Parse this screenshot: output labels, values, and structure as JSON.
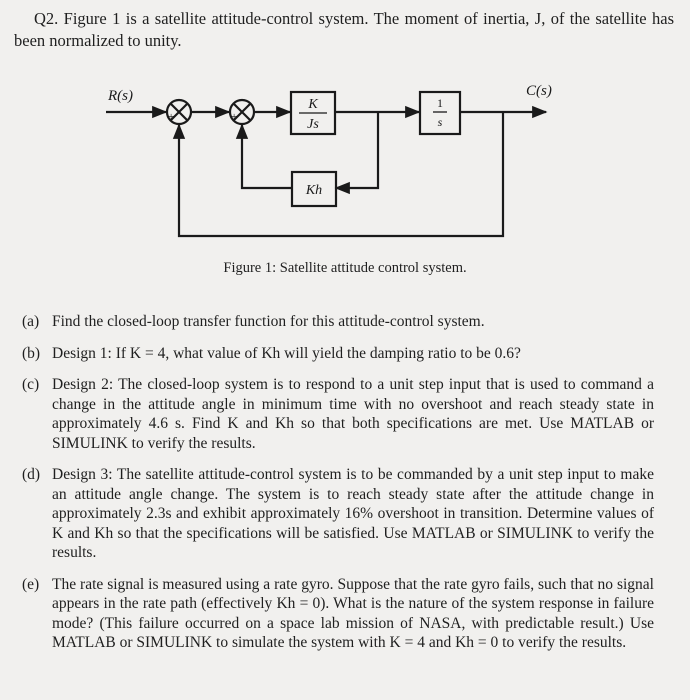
{
  "question": {
    "number": "Q2.",
    "intro": "Figure 1 is a satellite attitude-control system. The moment of inertia, J, of the satellite has been normalized to unity."
  },
  "figure": {
    "input_label": "R(s)",
    "output_label": "C(s)",
    "sum1_sign": "+",
    "sum2_sign": "+",
    "block1_num": "K",
    "block1_den": "Js",
    "block2_num": "1",
    "block2_den": "s",
    "feedback_block": "Kh",
    "caption": "Figure 1: Satellite attitude control system."
  },
  "parts": [
    {
      "label": "(a)",
      "text": "Find the closed-loop transfer function for this attitude-control system."
    },
    {
      "label": "(b)",
      "text": "Design 1: If K = 4, what value of Kh will yield the damping ratio to be 0.6?"
    },
    {
      "label": "(c)",
      "text": "Design 2: The closed-loop system is to respond to a unit step input that is used to command a change in the attitude angle in minimum time with no overshoot and reach steady state in approximately 4.6 s. Find K and Kh so that both specifications are met. Use MATLAB or SIMULINK to verify the results."
    },
    {
      "label": "(d)",
      "text": "Design 3: The satellite attitude-control system is to be commanded by a unit step input to make an attitude angle change. The system is to reach steady state after the attitude change in approximately 2.3s and exhibit approximately 16% overshoot in transition. Determine values of K and Kh so that the specifications will be satisfied. Use MATLAB or SIMULINK to verify the results."
    },
    {
      "label": "(e)",
      "text": "The rate signal is measured using a rate gyro. Suppose that the rate gyro fails, such that no signal appears in the rate path (effectively Kh = 0). What is the nature of the system response in failure mode? (This failure occurred on a space lab mission of NASA, with predictable result.) Use MATLAB or SIMULINK to simulate the system with K = 4 and Kh = 0 to verify the results."
    }
  ]
}
